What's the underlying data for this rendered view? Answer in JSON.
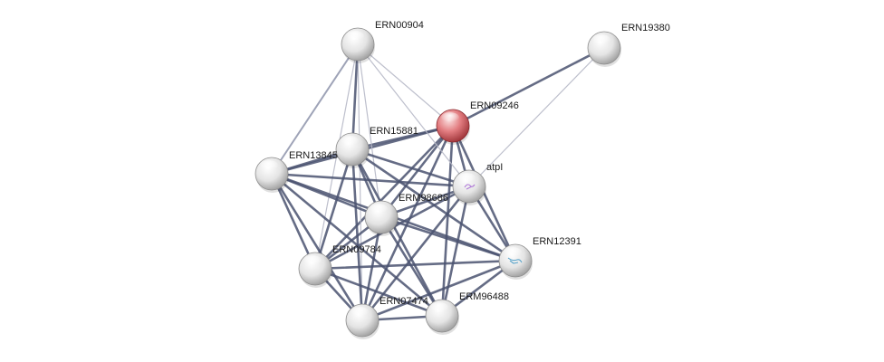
{
  "network": {
    "query_node": "ERN09246",
    "colors": {
      "edge_strong": "#4a5270",
      "edge_light": "#b6b8c6",
      "node_default": "#e8e8e8",
      "node_query": "#d9676b"
    },
    "nodes": [
      {
        "id": "ERN09246",
        "label": "ERN09246",
        "query": true
      },
      {
        "id": "ERN00904",
        "label": "ERN00904"
      },
      {
        "id": "ERN19380",
        "label": "ERN19380"
      },
      {
        "id": "ERN15881",
        "label": "ERN15881"
      },
      {
        "id": "ERN13845",
        "label": "ERN13845"
      },
      {
        "id": "atpI",
        "label": "atpI",
        "has_structure": true
      },
      {
        "id": "ERM98686",
        "label": "ERM98686"
      },
      {
        "id": "ERN09784",
        "label": "ERN09784"
      },
      {
        "id": "ERN12391",
        "label": "ERN12391",
        "has_structure": true
      },
      {
        "id": "ERN07474",
        "label": "ERN07474"
      },
      {
        "id": "ERM96488",
        "label": "ERM96488"
      }
    ],
    "edges": [
      {
        "source": "ERN09246",
        "target": "ERN00904",
        "weight": "light"
      },
      {
        "source": "ERN09246",
        "target": "ERN19380",
        "weight": "strong"
      },
      {
        "source": "ERN09246",
        "target": "ERN15881",
        "weight": "strong"
      },
      {
        "source": "ERN09246",
        "target": "ERN13845",
        "weight": "strong"
      },
      {
        "source": "ERN09246",
        "target": "atpI",
        "weight": "strong"
      },
      {
        "source": "ERN09246",
        "target": "ERM98686",
        "weight": "strong"
      },
      {
        "source": "ERN09246",
        "target": "ERN09784",
        "weight": "strong"
      },
      {
        "source": "ERN09246",
        "target": "ERN12391",
        "weight": "strong"
      },
      {
        "source": "ERN09246",
        "target": "ERN07474",
        "weight": "strong"
      },
      {
        "source": "ERN09246",
        "target": "ERM96488",
        "weight": "strong"
      },
      {
        "source": "ERN19380",
        "target": "atpI",
        "weight": "light"
      },
      {
        "source": "ERN00904",
        "target": "ERN15881",
        "weight": "strong"
      },
      {
        "source": "ERN00904",
        "target": "ERN13845",
        "weight": "medium"
      },
      {
        "source": "ERN00904",
        "target": "ERM98686",
        "weight": "light"
      },
      {
        "source": "ERN00904",
        "target": "ERN09784",
        "weight": "light"
      },
      {
        "source": "ERN00904",
        "target": "atpI",
        "weight": "light"
      },
      {
        "source": "ERN00904",
        "target": "ERN07474",
        "weight": "light"
      },
      {
        "source": "ERN15881",
        "target": "ERN13845",
        "weight": "strong"
      },
      {
        "source": "ERN15881",
        "target": "atpI",
        "weight": "strong"
      },
      {
        "source": "ERN15881",
        "target": "ERM98686",
        "weight": "strong"
      },
      {
        "source": "ERN15881",
        "target": "ERN09784",
        "weight": "strong"
      },
      {
        "source": "ERN15881",
        "target": "ERN12391",
        "weight": "strong"
      },
      {
        "source": "ERN15881",
        "target": "ERN07474",
        "weight": "strong"
      },
      {
        "source": "ERN15881",
        "target": "ERM96488",
        "weight": "strong"
      },
      {
        "source": "ERN13845",
        "target": "atpI",
        "weight": "strong"
      },
      {
        "source": "ERN13845",
        "target": "ERM98686",
        "weight": "strong"
      },
      {
        "source": "ERN13845",
        "target": "ERN09784",
        "weight": "strong"
      },
      {
        "source": "ERN13845",
        "target": "ERN12391",
        "weight": "strong"
      },
      {
        "source": "ERN13845",
        "target": "ERN07474",
        "weight": "strong"
      },
      {
        "source": "ERN13845",
        "target": "ERM96488",
        "weight": "strong"
      },
      {
        "source": "atpI",
        "target": "ERM98686",
        "weight": "strong"
      },
      {
        "source": "atpI",
        "target": "ERN09784",
        "weight": "strong"
      },
      {
        "source": "atpI",
        "target": "ERN12391",
        "weight": "strong"
      },
      {
        "source": "atpI",
        "target": "ERN07474",
        "weight": "strong"
      },
      {
        "source": "atpI",
        "target": "ERM96488",
        "weight": "strong"
      },
      {
        "source": "ERM98686",
        "target": "ERN09784",
        "weight": "strong"
      },
      {
        "source": "ERM98686",
        "target": "ERN12391",
        "weight": "strong"
      },
      {
        "source": "ERM98686",
        "target": "ERN07474",
        "weight": "strong"
      },
      {
        "source": "ERM98686",
        "target": "ERM96488",
        "weight": "strong"
      },
      {
        "source": "ERN09784",
        "target": "ERN12391",
        "weight": "strong"
      },
      {
        "source": "ERN09784",
        "target": "ERN07474",
        "weight": "strong"
      },
      {
        "source": "ERN09784",
        "target": "ERM96488",
        "weight": "strong"
      },
      {
        "source": "ERN12391",
        "target": "ERN07474",
        "weight": "strong"
      },
      {
        "source": "ERN12391",
        "target": "ERM96488",
        "weight": "strong"
      },
      {
        "source": "ERN07474",
        "target": "ERM96488",
        "weight": "strong"
      }
    ]
  }
}
